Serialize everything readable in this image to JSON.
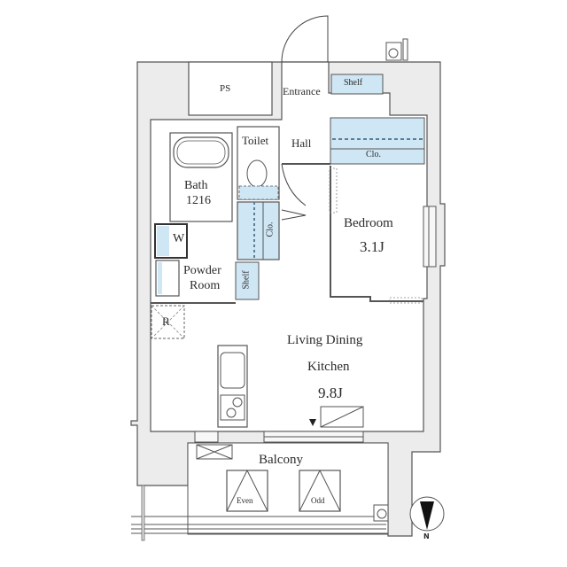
{
  "floorplan": {
    "colors": {
      "wall_fill": "#ececec",
      "wall_stroke": "#555555",
      "storage_fill": "#cfe6f4",
      "line": "#444444"
    },
    "rooms": {
      "ps": {
        "label": "PS"
      },
      "entrance": {
        "label": "Entrance"
      },
      "entrance_shelf": {
        "label": "Shelf"
      },
      "toilet": {
        "label": "Toilet"
      },
      "hall": {
        "label": "Hall"
      },
      "bedroom_closet": {
        "label": "Clo."
      },
      "bath": {
        "label": "Bath",
        "size": "1216"
      },
      "washer": {
        "label": "W"
      },
      "hall_closet": {
        "label": "Clo."
      },
      "bedroom": {
        "label": "Bedroom",
        "size": "3.1J"
      },
      "powder_room": {
        "label_line1": "Powder",
        "label_line2": "Room"
      },
      "shelf": {
        "label": "Shelf"
      },
      "refrigerator": {
        "label": "R"
      },
      "ldk": {
        "label_line1": "Living Dining",
        "label_line2": "Kitchen",
        "size": "9.8J"
      },
      "balcony": {
        "label": "Balcony"
      },
      "ac_even": {
        "label": "Even"
      },
      "ac_odd": {
        "label": "Odd"
      }
    },
    "compass": {
      "label": "N"
    }
  }
}
